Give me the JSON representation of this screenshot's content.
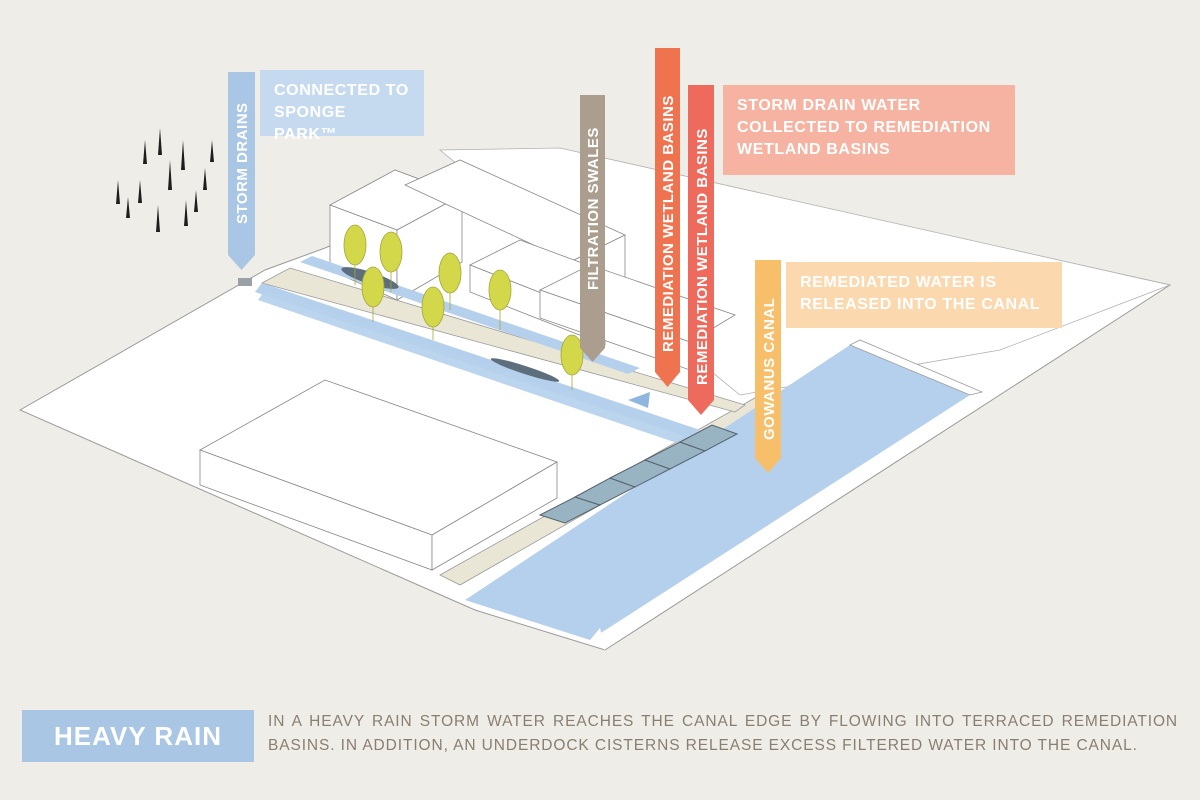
{
  "labels": {
    "storm_drains": "STORM DRAINS",
    "filtration_swales": "FILTRATION SWALES",
    "remediation_basins_1": "REMEDIATION WETLAND BASINS",
    "remediation_basins_2": "REMEDIATION WETLAND BASINS",
    "gowanus_canal": "GOWANUS CANAL"
  },
  "callouts": {
    "sponge_park": "CONNECTED TO\nSPONGE PARK™",
    "storm_drain_water": "STORM DRAIN WATER\nCOLLECTED TO REMEDIATION\nWETLAND BASINS",
    "remediated_water": "REMEDIATED WATER IS\nRELEASED INTO THE CANAL"
  },
  "caption": {
    "title": "HEAVY RAIN",
    "text": "IN A HEAVY RAIN STORM WATER REACHES THE CANAL EDGE BY FLOWING INTO TERRACED REMEDIATION BASINS. IN ADDITION, AN UNDERDOCK CISTERNS RELEASE EXCESS FILTERED WATER INTO THE CANAL."
  },
  "colors": {
    "background": "#efede8",
    "water": "#b5d0ec",
    "path": "#e9e6d6",
    "tree": "#d2d84a",
    "storm_drains": "#a9c6e4",
    "filtration_swales": "#ab9e8e",
    "remediation_basins_1": "#f0734f",
    "remediation_basins_2": "#ee6a5c",
    "gowanus_canal": "#f8bf6a"
  }
}
